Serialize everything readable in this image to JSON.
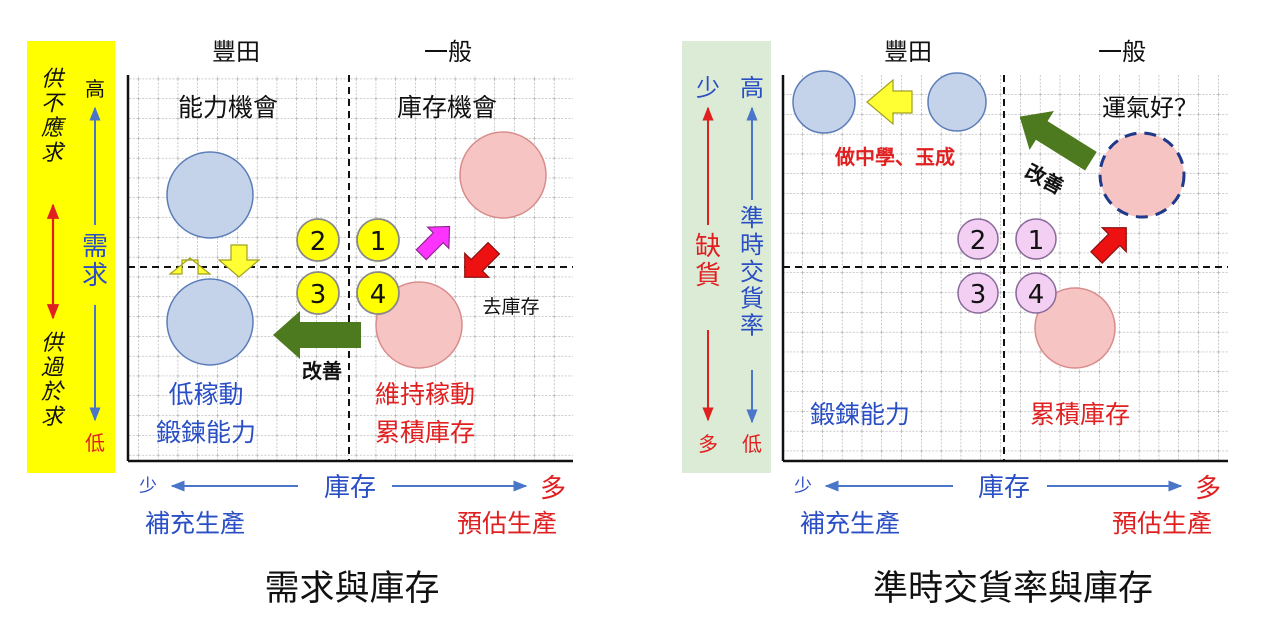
{
  "colors": {
    "blue_text": "#2a4fc4",
    "red_text": "#e02020",
    "blue_circle": "#c5d3ea",
    "pink_circle": "#f7c4c4",
    "yellow_band": "#ffff00",
    "green_band": "#dcebd6",
    "green_arrow": "#4d7a1e",
    "yellow_arrow": "#ffff33",
    "magenta_arrow": "#ff33ff",
    "red_arrow": "#ee1111",
    "badge_yellow": "#ffff00",
    "badge_pink": "#f3cff3"
  },
  "left": {
    "top_left_label": "豐田",
    "top_right_label": "一般",
    "q_top_left": "能力機會",
    "q_top_right": "庫存機會",
    "q_bottom_left_1": "低稼動",
    "q_bottom_left_2": "鍛鍊能力",
    "q_bottom_right_1": "維持稼動",
    "q_bottom_right_2": "累積庫存",
    "improve_label": "改善",
    "remove_stock_label": "去庫存",
    "band_top": "供不應求",
    "band_bottom": "供過於求",
    "axis_high": "高",
    "axis_name": "需求",
    "axis_low": "低",
    "x_less": "少",
    "x_name": "庫存",
    "x_more": "多",
    "x_left_caption": "補充生產",
    "x_right_caption": "預估生產",
    "title": "需求與庫存",
    "badges": [
      "1",
      "2",
      "3",
      "4"
    ]
  },
  "right": {
    "top_left_label": "豐田",
    "top_right_label": "一般",
    "q_top_right": "運氣好？",
    "learn_label": "做中學、玉成",
    "improve_label": "改善",
    "q_bottom_left": "鍛鍊能力",
    "q_bottom_right": "累積庫存",
    "band_less": "少",
    "band_name": "缺貨",
    "band_more": "多",
    "axis_high": "高",
    "axis_name": "準時交貨率",
    "axis_low": "低",
    "x_less": "少",
    "x_name": "庫存",
    "x_more": "多",
    "x_left_caption": "補充生產",
    "x_right_caption": "預估生產",
    "title": "準時交貨率與庫存",
    "badges": [
      "1",
      "2",
      "3",
      "4"
    ]
  }
}
